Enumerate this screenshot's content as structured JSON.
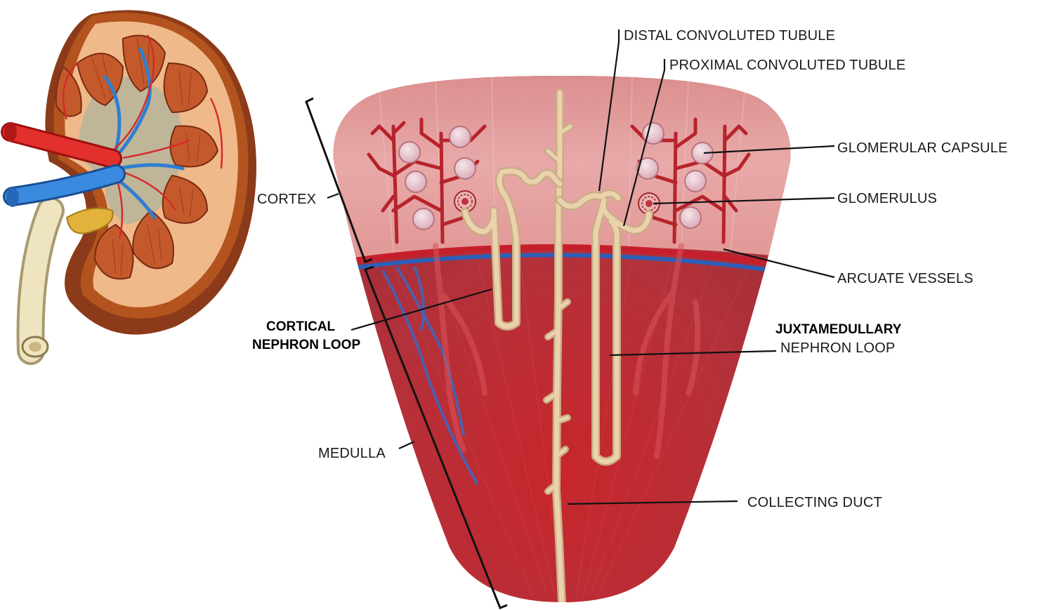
{
  "labels": {
    "distal": "DISTAL CONVOLUTED TUBULE",
    "proximal": "PROXIMAL CONVOLUTED TUBULE",
    "glomerular_capsule": "GLOMERULAR CAPSULE",
    "glomerulus": "GLOMERULUS",
    "cortex": "CORTEX",
    "arcuate": "ARCUATE VESSELS",
    "cortical_line1": "CORTICAL",
    "cortical_line2": "NEPHRON LOOP",
    "juxta_line1": "JUXTAMEDULLARY",
    "juxta_line2": "NEPHRON LOOP",
    "medulla": "MEDULLA",
    "collecting": "COLLECTING DUCT"
  },
  "colors": {
    "cortex": "#e5a0a0",
    "medulla": "#b8343a",
    "artery": "#b7232c",
    "vein": "#3a6fc4",
    "tubule": "#ead3ac",
    "kidney_capsule": "#8c3b1a"
  }
}
